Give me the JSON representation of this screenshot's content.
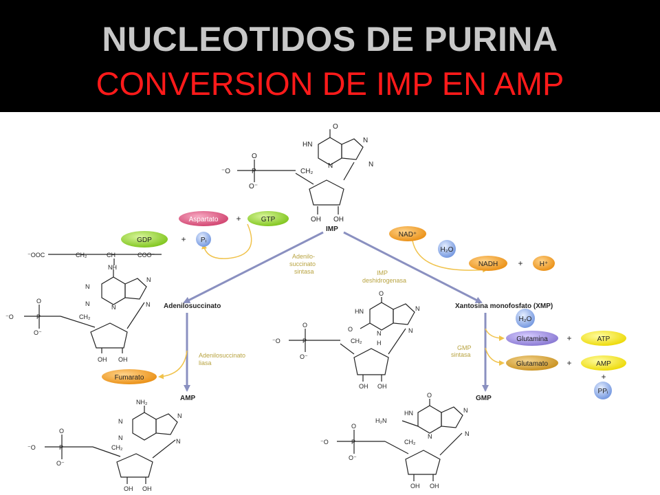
{
  "title": {
    "line1": "NUCLEOTIDOS DE PURINA",
    "line2": "CONVERSION DE IMP EN AMP"
  },
  "colors": {
    "background": "#000000",
    "title1": "#c8c8c8",
    "title2": "#ff1a1a",
    "arrow": "#8a90c0",
    "cofactor_arrow": "#f0c24a",
    "pink": "#e0507a",
    "green": "#8ccf2a",
    "blue": "#8aa9e8",
    "orange": "#f0a020",
    "purple": "#9a8ad8",
    "yellow": "#f4e400",
    "tan": "#d8a028"
  },
  "compounds": {
    "imp": "IMP",
    "adenilosuccinato": "Adenilosuccinato",
    "xmp": "Xantosina monofosfato (XMP)",
    "amp": "AMP",
    "gmp": "GMP"
  },
  "enzymes": {
    "adenilosuccinato_sintasa": [
      "Adenilo-",
      "succinato",
      "sintasa"
    ],
    "imp_deshidrogenasa": [
      "IMP",
      "deshidrogenasa"
    ],
    "adenilosuccinato_liasa": [
      "Adenilosuccinato",
      "liasa"
    ],
    "gmp_sintasa": [
      "GMP",
      "sintasa"
    ]
  },
  "cofactors": {
    "aspartato": "Aspartato",
    "gtp": "GTP",
    "gdp": "GDP",
    "pi": "Pᵢ",
    "nad": "NAD⁺",
    "h2o_1": "H₂O",
    "nadh": "NADH",
    "h_plus": "H⁺",
    "h2o_2": "H₂O",
    "glutamina": "Glutamina",
    "atp": "ATP",
    "glutamato": "Glutamato",
    "amp_small": "AMP",
    "ppi": "PPᵢ",
    "fumarato": "Fumarato",
    "plus": "+"
  },
  "structure_labels": {
    "o": "O",
    "hn": "HN",
    "n": "N",
    "oh": "OH",
    "h": "H",
    "nh": "NH",
    "nh2": "NH₂",
    "h2n": "H₂N",
    "ch2": "CH₂",
    "o_minus": "O⁻",
    "minus_o": "⁻O",
    "p": "P",
    "ooc": "⁻OOC",
    "coo": "COO⁻",
    "ch": "CH"
  }
}
